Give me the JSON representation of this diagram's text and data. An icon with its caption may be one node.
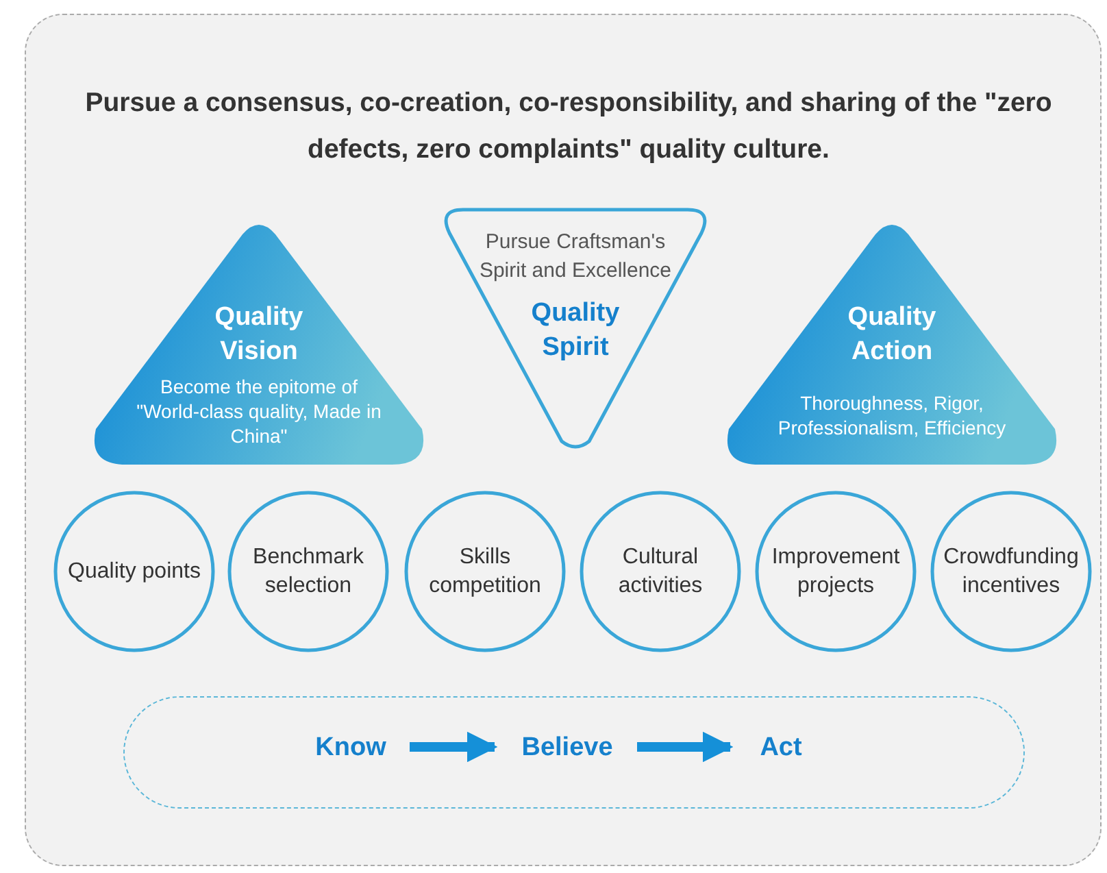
{
  "diagram": {
    "title": "Pursue a consensus, co-creation, co-responsibility, and sharing of the \"zero defects, zero complaints\" quality culture.",
    "nodes": [
      {
        "text": [
          "Quality Vision",
          "Become the epitome of \"World-class quality, Made in China\""
        ]
      },
      {
        "text": [
          "Pursue Craftsman's Spirit and Excellence",
          "Quality Spirit"
        ]
      },
      {
        "text": [
          "Quality Action",
          "Thoroughness, Rigor, Professionalism, Efficiency"
        ]
      },
      {
        "text": [
          "Quality points"
        ]
      },
      {
        "text": [
          "Benchmark selection"
        ]
      },
      {
        "text": [
          "Skills competition"
        ]
      },
      {
        "text": [
          "Cultural activities"
        ]
      },
      {
        "text": [
          "Improvement projects"
        ]
      },
      {
        "text": [
          "Crowdfunding incentives"
        ]
      },
      {
        "text": [],
        "shape": "box"
      },
      {
        "text": [
          "Know"
        ],
        "in": 9
      },
      {
        "text": [
          "Believe"
        ],
        "in": 9
      },
      {
        "text": [
          "Act"
        ],
        "in": 9
      }
    ],
    "edges": [
      {
        "from": 10,
        "to": 11,
        "arrow": "to"
      },
      {
        "from": 11,
        "to": 12,
        "arrow": "to"
      }
    ]
  }
}
